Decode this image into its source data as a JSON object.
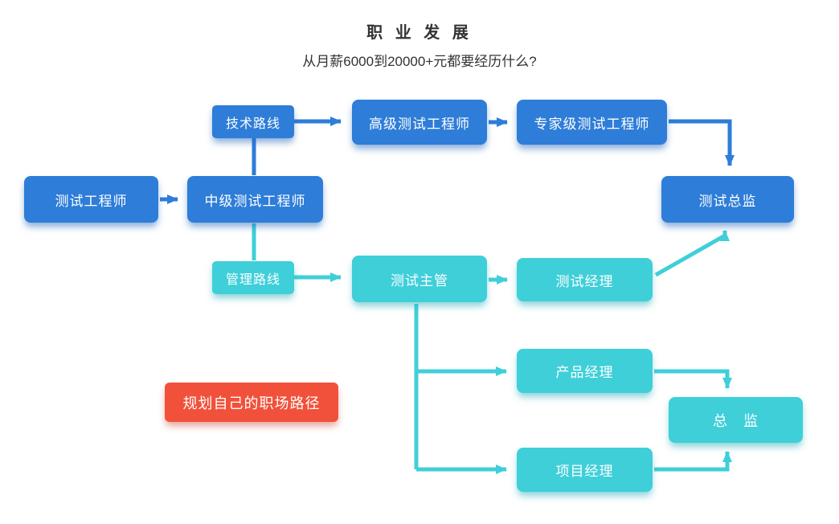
{
  "header": {
    "title": "职 业 发 展",
    "subtitle": "从月薪6000到20000+元都要经历什么?"
  },
  "nodes": {
    "test_engineer": "测试工程师",
    "mid_level_test_engineer": "中级测试工程师",
    "tech_route": "技术路线",
    "senior_test_engineer": "高级测试工程师",
    "expert_test_engineer": "专家级测试工程师",
    "test_director": "测试总监",
    "management_route": "管理路线",
    "test_supervisor": "测试主管",
    "test_manager": "测试经理",
    "product_manager": "产品经理",
    "project_manager": "项目经理",
    "general_director": "总　监",
    "callout": "规划自己的职场路径"
  },
  "colors": {
    "technical_path": "#2e7dd8",
    "management_path": "#3fcfd9",
    "callout": "#f1513a"
  },
  "edges": [
    {
      "from": "test_engineer",
      "to": "mid_level_test_engineer"
    },
    {
      "from": "mid_level_test_engineer",
      "to": "tech_route"
    },
    {
      "from": "tech_route",
      "to": "senior_test_engineer"
    },
    {
      "from": "senior_test_engineer",
      "to": "expert_test_engineer"
    },
    {
      "from": "expert_test_engineer",
      "to": "test_director"
    },
    {
      "from": "mid_level_test_engineer",
      "to": "management_route"
    },
    {
      "from": "management_route",
      "to": "test_supervisor"
    },
    {
      "from": "test_supervisor",
      "to": "test_manager"
    },
    {
      "from": "test_manager",
      "to": "test_director"
    },
    {
      "from": "test_supervisor",
      "to": "product_manager"
    },
    {
      "from": "test_supervisor",
      "to": "project_manager"
    },
    {
      "from": "product_manager",
      "to": "general_director"
    },
    {
      "from": "project_manager",
      "to": "general_director"
    }
  ]
}
